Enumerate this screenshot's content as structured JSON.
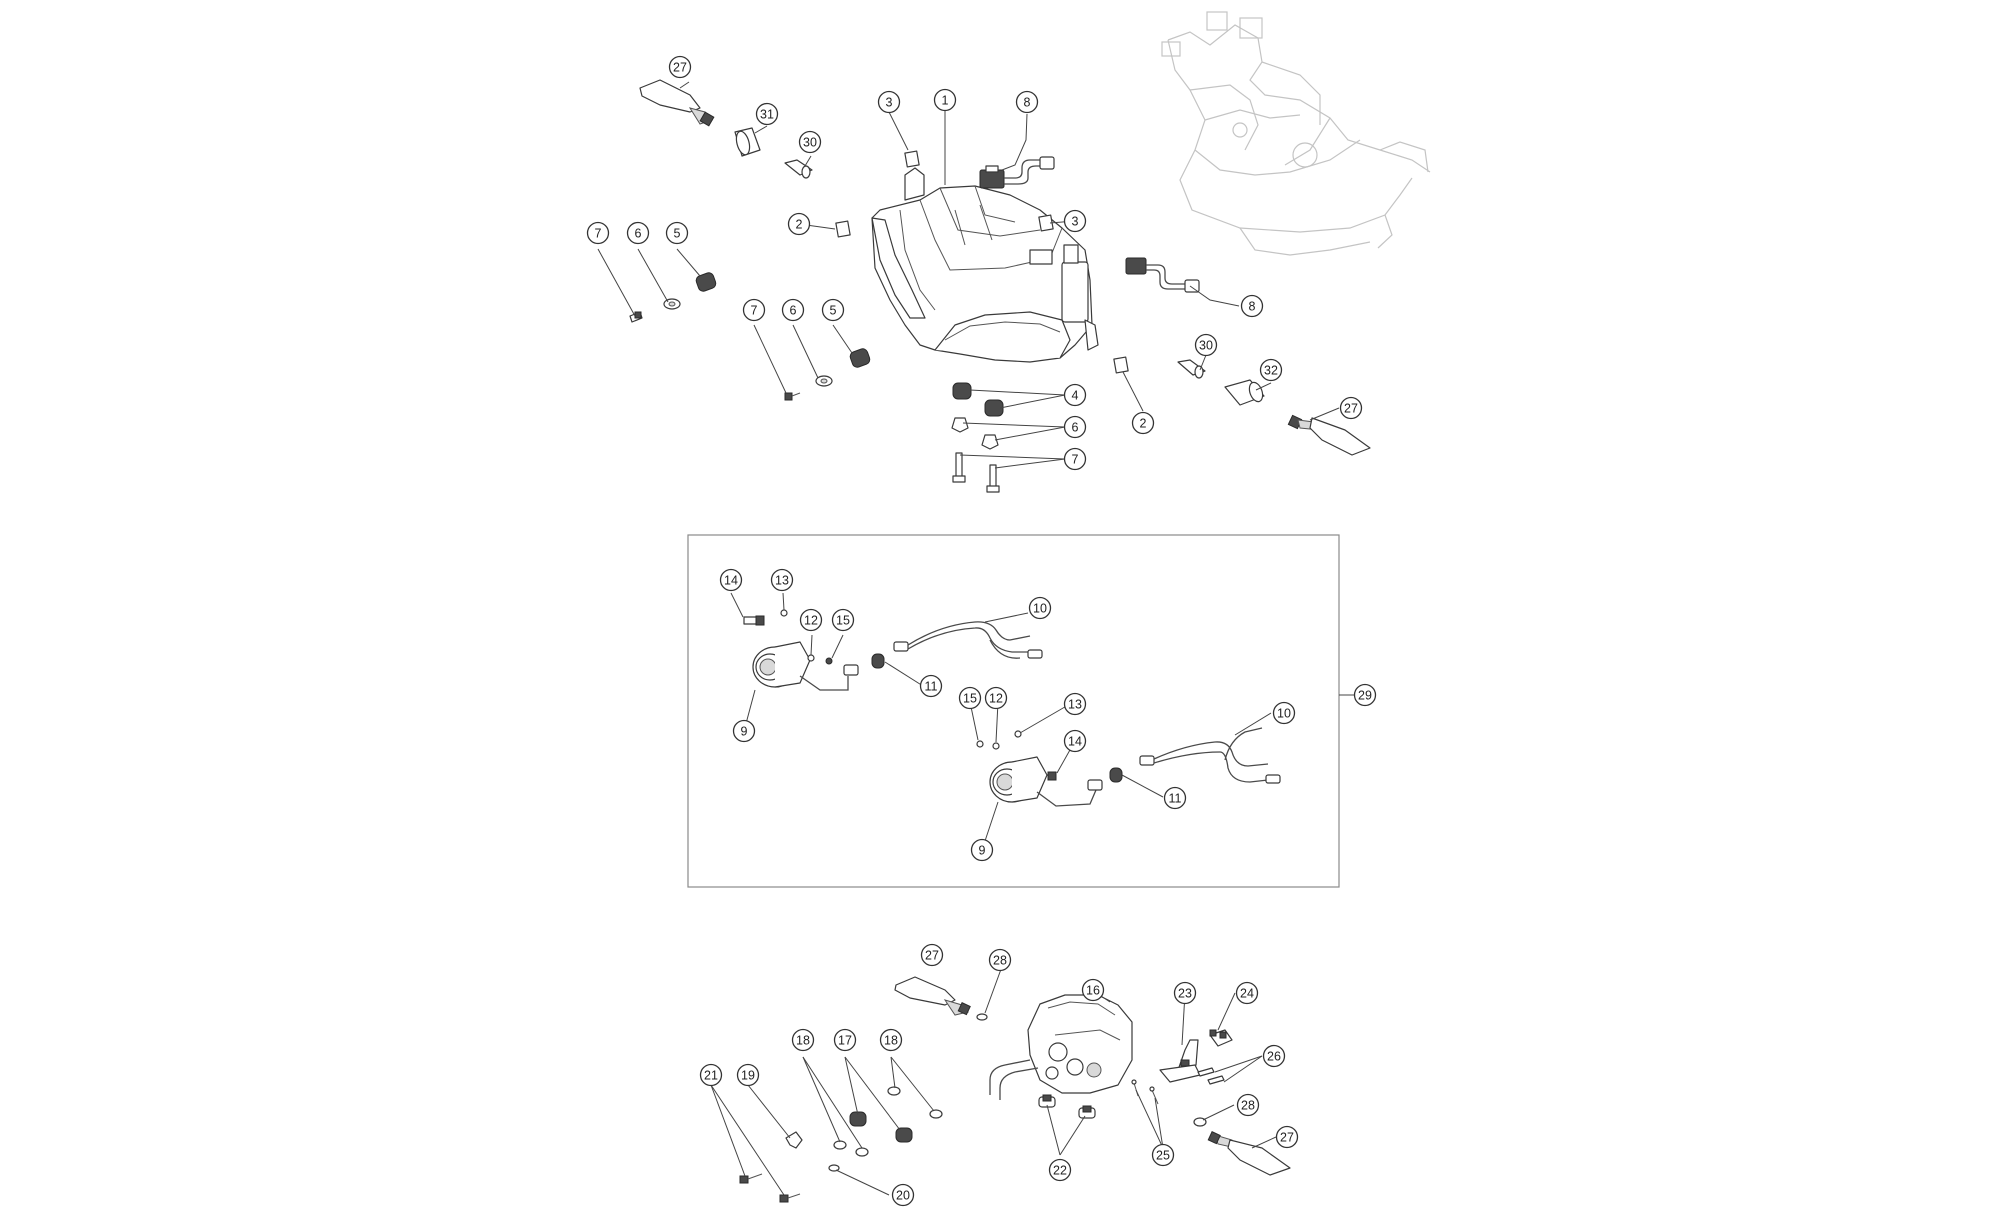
{
  "diagram": {
    "callout_labels": [
      "1",
      "2",
      "3",
      "4",
      "5",
      "6",
      "7",
      "8",
      "9",
      "10",
      "11",
      "12",
      "13",
      "14",
      "15",
      "16",
      "17",
      "18",
      "19",
      "20",
      "21",
      "22",
      "23",
      "24",
      "25",
      "26",
      "27",
      "28",
      "29",
      "30",
      "31",
      "32"
    ]
  }
}
